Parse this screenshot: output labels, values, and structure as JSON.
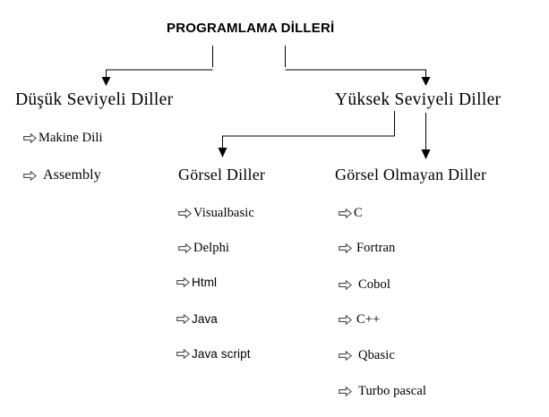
{
  "diagram": {
    "type": "hierarchy-tree",
    "title": "PROGRAMLAMA DİLLERİ",
    "background_color": "#ffffff",
    "line_color": "#000000",
    "text_color": "#000000",
    "bullet_icon": "hollow-right-block-arrow",
    "branches": [
      {
        "id": "dusuk",
        "label": "Düşük Seviyeli Diller",
        "items": [
          {
            "label": "Makine Dili"
          },
          {
            "label": "Assembly"
          }
        ]
      },
      {
        "id": "yuksek",
        "label": "Yüksek Seviyeli Diller",
        "children": [
          {
            "id": "gorsel",
            "label": "Görsel Diller",
            "items": [
              {
                "label": "Visualbasic"
              },
              {
                "label": "Delphi"
              },
              {
                "label": "Html"
              },
              {
                "label": "Java"
              },
              {
                "label": "Java script"
              }
            ]
          },
          {
            "id": "gorsel-olmayan",
            "label": "Görsel Olmayan Diller",
            "items": [
              {
                "label": "C"
              },
              {
                "label": "Fortran"
              },
              {
                "label": "Cobol"
              },
              {
                "label": "C++"
              },
              {
                "label": "Qbasic"
              },
              {
                "label": "Turbo pascal"
              }
            ]
          }
        ]
      }
    ]
  }
}
